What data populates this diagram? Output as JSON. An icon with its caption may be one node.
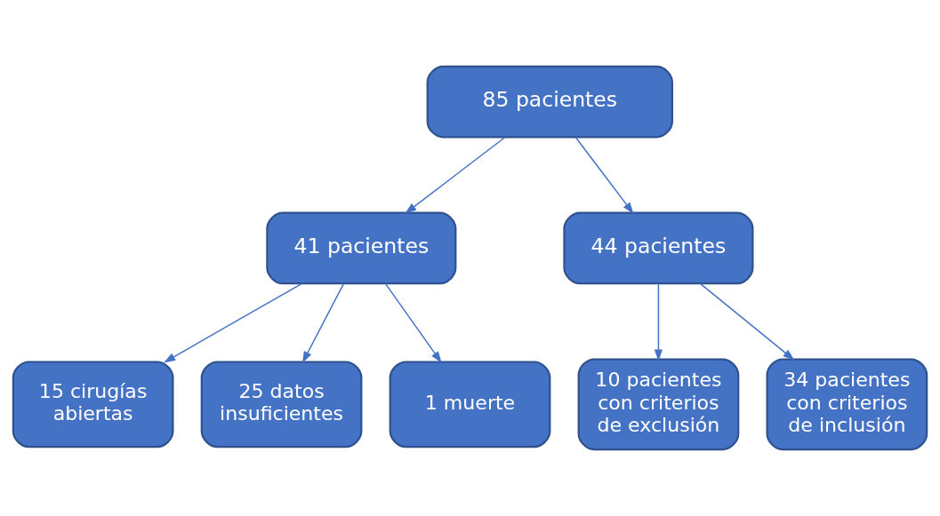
{
  "diagram": {
    "nodes": [
      {
        "text": [
          "85 pacientes"
        ]
      },
      {
        "text": [
          "41 pacientes"
        ]
      },
      {
        "text": [
          "44 pacientes"
        ]
      },
      {
        "text": [
          "15 cirugías abiertas"
        ]
      },
      {
        "text": [
          "25 datos insuficientes"
        ]
      },
      {
        "text": [
          "1 muerte"
        ]
      },
      {
        "text": [
          "10 pacientes con criterios de exclusión"
        ]
      },
      {
        "text": [
          "34 pacientes con criterios de inclusión"
        ]
      }
    ],
    "edges": [
      {
        "from": 0,
        "to": 1,
        "arrow": "to"
      },
      {
        "from": 0,
        "to": 2,
        "arrow": "to"
      },
      {
        "from": 1,
        "to": 3,
        "arrow": "to"
      },
      {
        "from": 1,
        "to": 4,
        "arrow": "to"
      },
      {
        "from": 1,
        "to": 5,
        "arrow": "to"
      },
      {
        "from": 2,
        "to": 6,
        "arrow": "to"
      },
      {
        "from": 2,
        "to": 7,
        "arrow": "to"
      }
    ]
  }
}
